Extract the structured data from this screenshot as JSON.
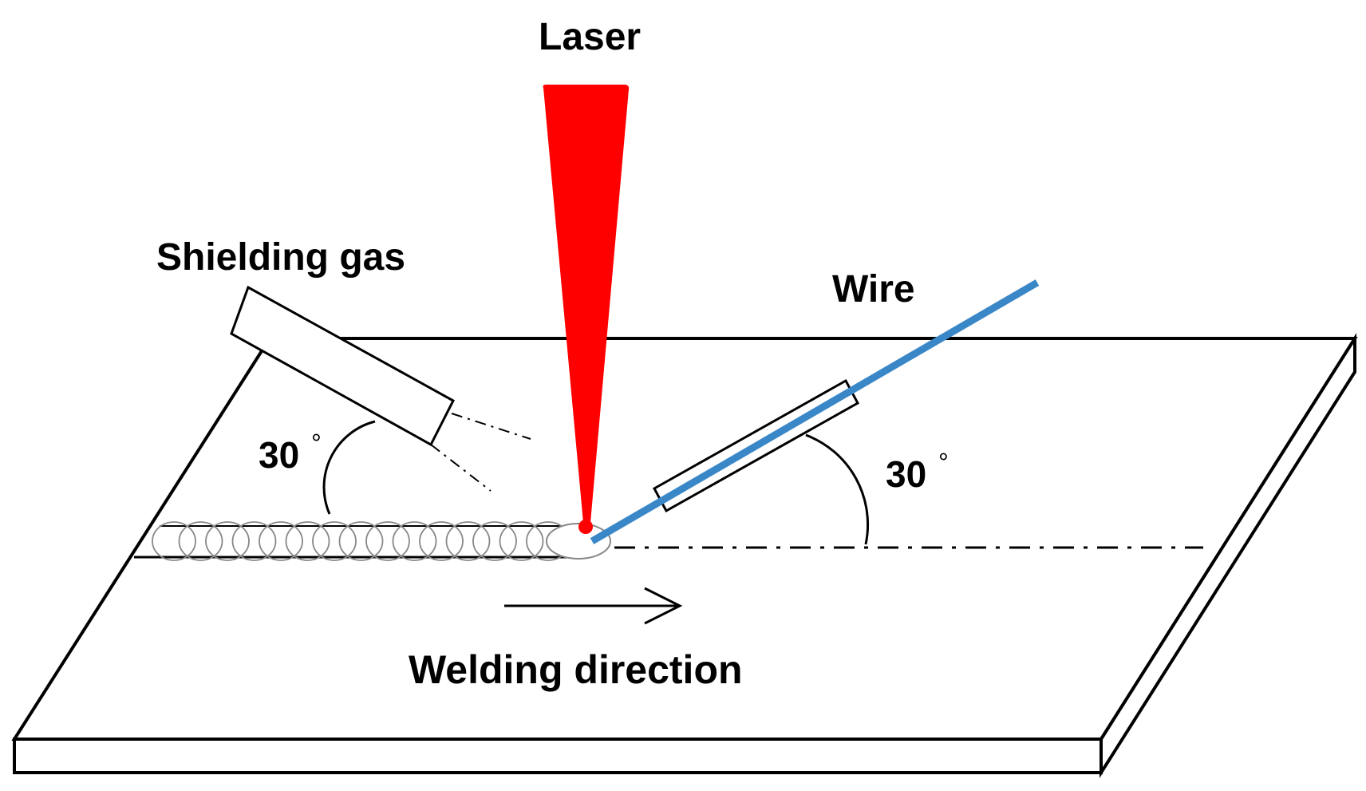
{
  "labels": {
    "laser": "Laser",
    "shielding_gas": "Shielding gas",
    "wire": "Wire",
    "welding_direction": "Welding direction",
    "gas_angle": "30",
    "wire_angle": "30",
    "degree_symbol": "°"
  },
  "angles": {
    "shielding_gas_deg": 30,
    "wire_deg": 30
  },
  "colors": {
    "laser": "#ff0000",
    "wire": "#3a87c8",
    "outline": "#000000",
    "weld_bead": "#888888",
    "background": "#ffffff"
  }
}
